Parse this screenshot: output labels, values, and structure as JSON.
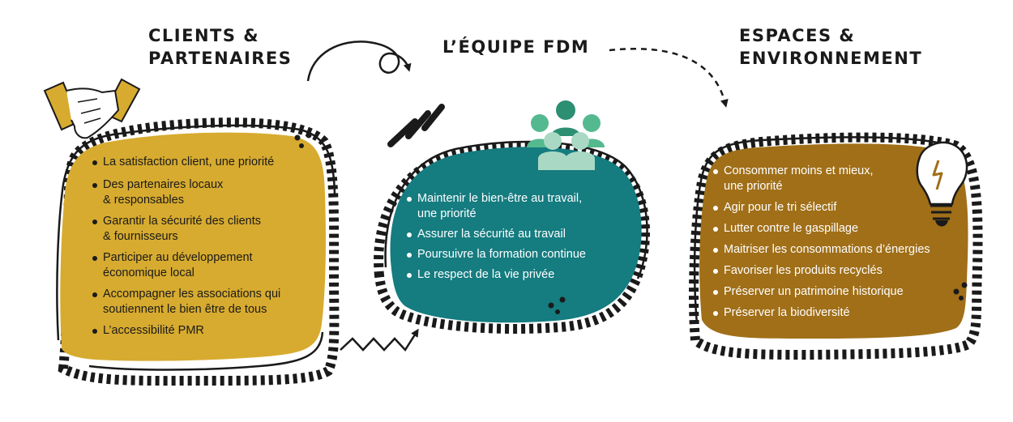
{
  "colors": {
    "mustard": "#d7ab2f",
    "teal": "#157c80",
    "brown": "#a06f18",
    "ink": "#1a1a1a",
    "people_light": "#a9d9c4",
    "people_mid": "#55b98f",
    "people_dark": "#2c8f72"
  },
  "icons": {
    "clients": "handshake-icon",
    "equipe": "team-people-icon",
    "espaces": "lightbulb-icon"
  },
  "sections": {
    "clients": {
      "title_line1": "CLIENTS &",
      "title_line2": "PARTENAIRES",
      "items": [
        {
          "line1": "La satisfaction client, une priorité",
          "line2": ""
        },
        {
          "line1": "Des partenaires locaux",
          "line2": "& responsables"
        },
        {
          "line1": "Garantir la sécurité des clients",
          "line2": "& fournisseurs"
        },
        {
          "line1": "Participer au développement",
          "line2": "économique local"
        },
        {
          "line1": "Accompagner les associations qui",
          "line2": "soutiennent le bien être de tous"
        },
        {
          "line1": "L’accessibilité PMR",
          "line2": ""
        }
      ]
    },
    "equipe": {
      "title": "L’ÉQUIPE FDM",
      "items": [
        {
          "line1": "Maintenir le bien-être au travail,",
          "line2": "une priorité"
        },
        {
          "line1": "Assurer la sécurité au travail",
          "line2": ""
        },
        {
          "line1": "Poursuivre la formation continue",
          "line2": ""
        },
        {
          "line1": "Le respect de la vie privée",
          "line2": ""
        }
      ]
    },
    "espaces": {
      "title_line1": "ESPACES &",
      "title_line2": "ENVIRONNEMENT",
      "items": [
        {
          "line1": "Consommer moins et mieux,",
          "line2": "une priorité"
        },
        {
          "line1": "Agir pour le tri sélectif",
          "line2": ""
        },
        {
          "line1": "Lutter contre le gaspillage",
          "line2": ""
        },
        {
          "line1": "Maitriser les consommations d’énergies",
          "line2": ""
        },
        {
          "line1": "Favoriser les produits recyclés",
          "line2": ""
        },
        {
          "line1": "Préserver un patrimoine historique",
          "line2": ""
        },
        {
          "line1": "Préserver la biodiversité",
          "line2": ""
        }
      ]
    }
  }
}
